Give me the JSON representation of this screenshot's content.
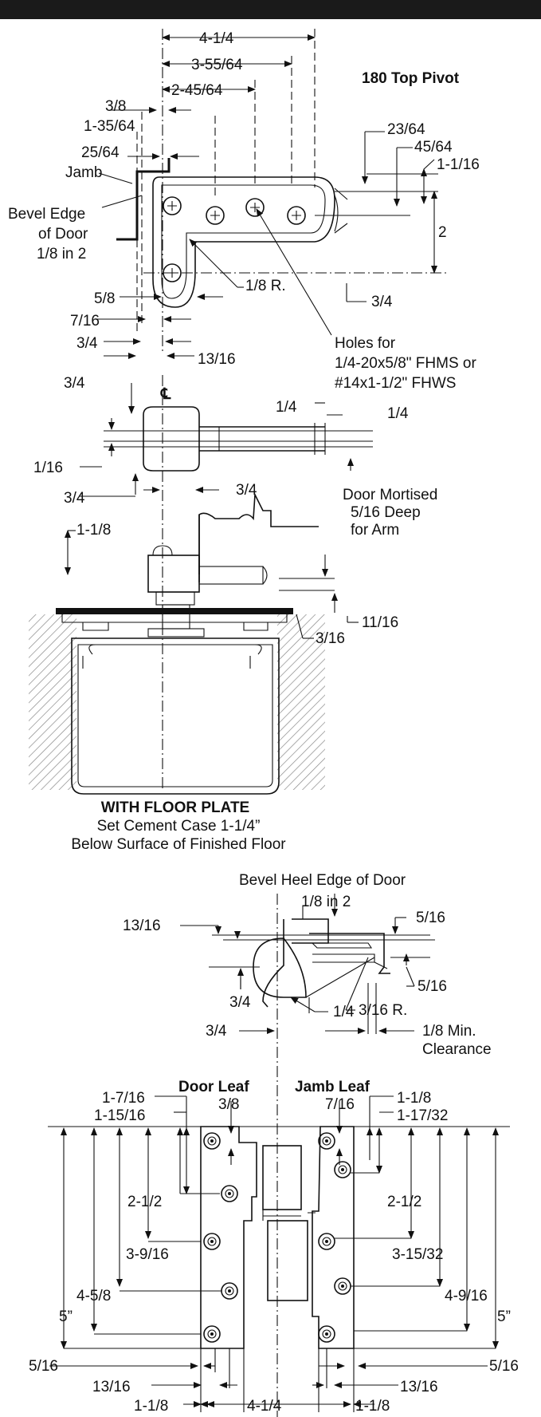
{
  "top_pivot": {
    "title": "180 Top Pivot",
    "dims": {
      "d_4_1_4": "4-1/4",
      "d_3_55_64": "3-55/64",
      "d_2_45_64": "2-45/64",
      "d_3_8": "3/8",
      "d_1_35_64": "1-35/64",
      "d_25_64": "25/64",
      "jamb": "Jamb",
      "bevel1": "Bevel Edge",
      "bevel2": "of Door",
      "bevel3": "1/8 in 2",
      "d_23_64": "23/64",
      "d_45_64": "45/64",
      "d_1_1_16": "1-1/16",
      "d_2": "2",
      "d_1_8r": "1/8 R.",
      "d_3_4a": "3/4",
      "d_5_8": "5/8",
      "d_7_16": "7/16",
      "d_3_4b": "3/4",
      "d_13_16": "13/16",
      "holes1": "Holes for",
      "holes2": "1/4-20x5/8\" FHMS or",
      "holes3": "#14x1-1/2\" FHWS"
    }
  },
  "arm_section": {
    "centerline": "℄",
    "d_3_4a": "3/4",
    "d_1_16": "1/16",
    "d_3_4b": "3/4",
    "d_1_4a": "1/4",
    "d_1_4b": "1/4",
    "d_3_4c": "3/4",
    "mortise1": "Door Mortised",
    "mortise2": "5/16 Deep",
    "mortise3": "for Arm"
  },
  "floor_closer": {
    "d_1_1_8": "1-1/8",
    "d_11_16": "11/16",
    "d_3_16": "3/16",
    "caption_title": "WITH FLOOR PLATE",
    "caption_line1": "Set Cement Case 1-1/4”",
    "caption_line2": "Below Surface of Finished Floor"
  },
  "heel_detail": {
    "bevel_title": "Bevel Heel Edge of Door",
    "bevel_sub": "1/8 in 2",
    "d_13_16": "13/16",
    "d_5_16a": "5/16",
    "d_5_16b": "5/16",
    "d_3_4a": "3/4",
    "d_1_4": "1/4",
    "d_3_16r": "3/16 R.",
    "d_3_4b": "3/4",
    "clear1": "1/8 Min.",
    "clear2": "Clearance"
  },
  "leaves": {
    "door_leaf": "Door Leaf",
    "jamb_leaf": "Jamb Leaf",
    "l_3_8": "3/8",
    "l_1_7_16": "1-7/16",
    "l_1_15_16": "1-15/16",
    "l_2_1_2": "2-1/2",
    "l_3_9_16": "3-9/16",
    "l_4_5_8": "4-5/8",
    "l_5": "5”",
    "l_5_16": "5/16",
    "l_13_16": "13/16",
    "l_1_1_8": "1-1/8",
    "l_4_1_4": "4-1/4",
    "r_7_16": "7/16",
    "r_1_1_8": "1-1/8",
    "r_1_17_32": "1-17/32",
    "r_2_1_2": "2-1/2",
    "r_3_15_32": "3-15/32",
    "r_4_9_16": "4-9/16",
    "r_5": "5”",
    "r_5_16": "5/16",
    "r_13_16": "13/16",
    "r_1_1_8b": "1-1/8"
  }
}
